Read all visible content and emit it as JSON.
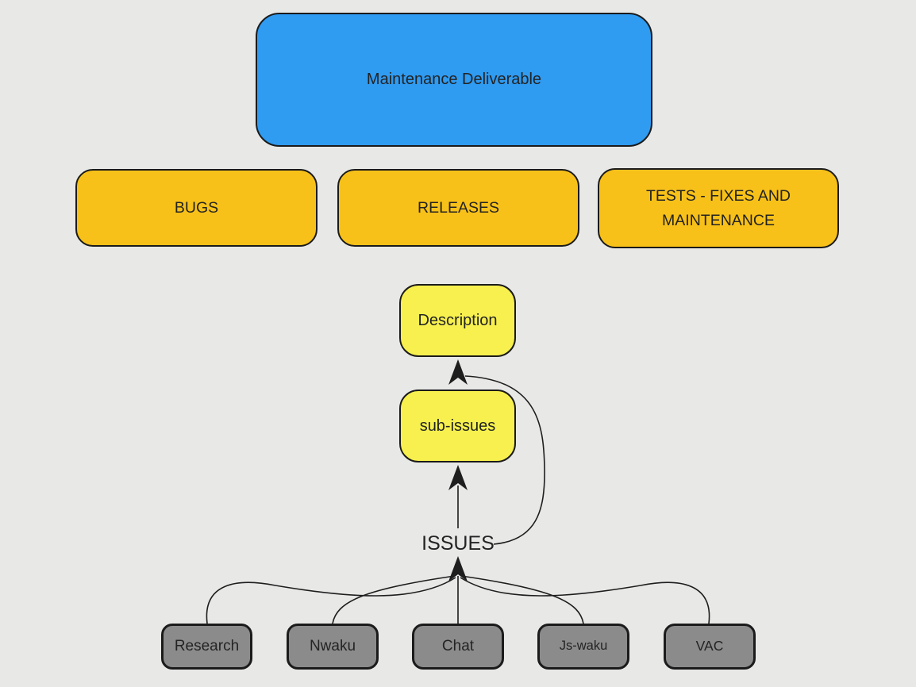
{
  "diagram": {
    "root": {
      "label": "Maintenance Deliverable"
    },
    "categories": [
      {
        "label": "BUGS"
      },
      {
        "label": "RELEASES"
      },
      {
        "label": "TESTS - FIXES AND MAINTENANCE"
      }
    ],
    "details": {
      "description": {
        "label": "Description"
      },
      "sub_issues": {
        "label": "sub-issues"
      }
    },
    "issues": {
      "label": "ISSUES"
    },
    "sources": [
      {
        "label": "Research"
      },
      {
        "label": "Nwaku"
      },
      {
        "label": "Chat"
      },
      {
        "label": "Js-waku"
      },
      {
        "label": "VAC"
      }
    ],
    "edges": [
      {
        "from": "ISSUES",
        "to": "sub-issues"
      },
      {
        "from": "ISSUES",
        "to": "Description"
      },
      {
        "from": "Research",
        "to": "ISSUES"
      },
      {
        "from": "Nwaku",
        "to": "ISSUES"
      },
      {
        "from": "Chat",
        "to": "ISSUES"
      },
      {
        "from": "Js-waku",
        "to": "ISSUES"
      },
      {
        "from": "VAC",
        "to": "ISSUES"
      }
    ],
    "colors": {
      "root_fill": "#2F9BF1",
      "category_fill": "#F8C119",
      "detail_fill": "#F7F04E",
      "source_fill": "#8B8B8B",
      "stroke": "#1B1B1B",
      "edge": "#1E1E1E",
      "text": "#232323",
      "background": "#E8E8E7"
    }
  }
}
